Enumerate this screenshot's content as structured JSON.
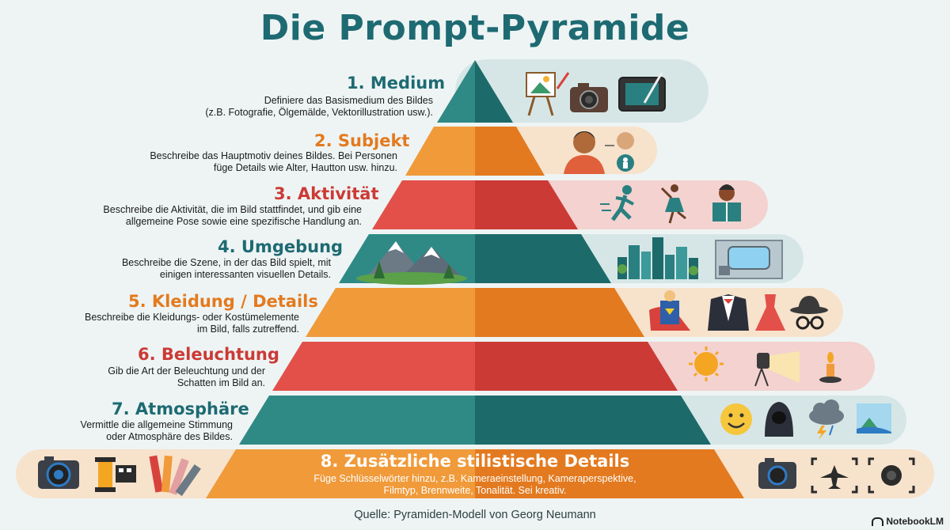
{
  "title": "Die Prompt-Pyramide",
  "levels": [
    {
      "title": "1. Medium",
      "desc": [
        "Definiere das Basismedium des Bildes",
        "(z.B. Fotografie, Ölgemälde, Vektorillustration usw.)."
      ],
      "color": "#2a8080",
      "icons": [
        "easel-painting-icon",
        "camera-icon",
        "drawing-tablet-icon"
      ]
    },
    {
      "title": "2. Subjekt",
      "desc": [
        "Beschreibe das Hauptmotiv deines Bildes. Bei Personen",
        "füge Details wie Alter, Hautton usw. hinzu."
      ],
      "color": "#e8892e",
      "icons": [
        "person-portrait-icon",
        "person-details-icon"
      ]
    },
    {
      "title": "3. Aktivität",
      "desc": [
        "Beschreibe die Aktivität, die im Bild stattfindet, und gib eine",
        "allgemeine Pose sowie eine spezifische Handlung an."
      ],
      "color": "#d8423c",
      "icons": [
        "running-person-icon",
        "dancer-icon",
        "reading-person-icon"
      ]
    },
    {
      "title": "4. Umgebung",
      "desc": [
        "Beschreibe die Szene, in der das Bild spielt, mit",
        "einigen interessanten visuellen Details."
      ],
      "color": "#2a8080",
      "icons": [
        "mountains-icon",
        "city-skyline-icon",
        "train-interior-icon"
      ]
    },
    {
      "title": "5. Kleidung / Details",
      "desc": [
        "Beschreibe die Kleidungs- oder Kostümelemente",
        "im Bild, falls zutreffend."
      ],
      "color": "#e8892e",
      "icons": [
        "superhero-costume-icon",
        "tuxedo-icon",
        "dress-icon",
        "hat-glasses-icon"
      ]
    },
    {
      "title": "6. Beleuchtung",
      "desc": [
        "Gib die Art der Beleuchtung und der",
        "Schatten im Bild an."
      ],
      "color": "#d8423c",
      "icons": [
        "sun-icon",
        "spotlight-icon",
        "candle-icon"
      ]
    },
    {
      "title": "7. Atmosphäre",
      "desc": [
        "Vermittle die allgemeine Stimmung",
        "oder Atmosphäre des Bildes."
      ],
      "color": "#2a8080",
      "icons": [
        "smiley-icon",
        "hooded-figure-icon",
        "storm-cloud-icon",
        "landscape-photo-icon"
      ]
    },
    {
      "title": "8. Zusätzliche stilistische Details",
      "desc": [
        "Füge Schlüsselwörter hinzu, z.B. Kameraeinstellung, Kameraperspektive,",
        "Filmtyp, Brennweite, Tonalität. Sei kreativ."
      ],
      "color": "#e8892e",
      "icons_left": [
        "camera-lens-icon",
        "film-roll-icon",
        "color-swatches-icon"
      ],
      "icons_right": [
        "camera-icon",
        "airplane-focus-icon",
        "lens-focus-icon"
      ]
    }
  ],
  "source": "Quelle: Pyramiden-Modell von Georg Neumann",
  "brand": "NotebookLM"
}
